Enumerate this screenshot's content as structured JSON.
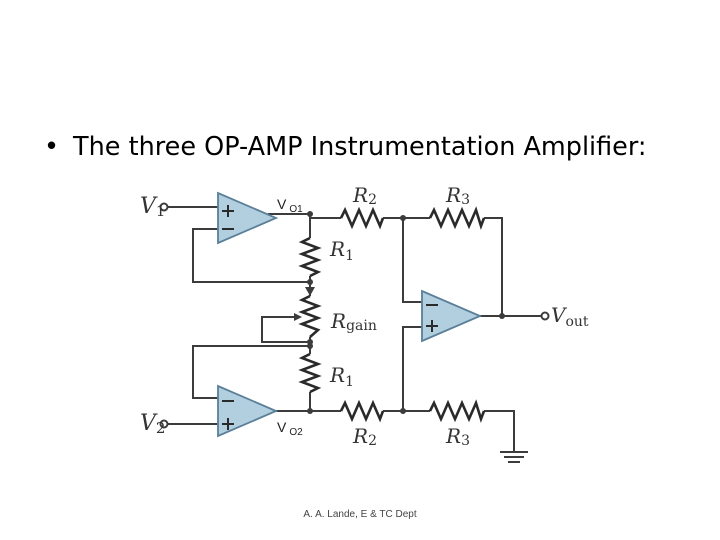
{
  "slide": {
    "bullet": "•",
    "title": "The three OP-AMP Instrumentation Amplifier:",
    "footer": "A. A. Lande, E & TC Dept"
  },
  "circuit": {
    "inputs": [
      {
        "symbol": "V",
        "sub": "1"
      },
      {
        "symbol": "V",
        "sub": "2"
      }
    ],
    "outputs": [
      {
        "symbol": "V",
        "sub": "out"
      }
    ],
    "node_labels": [
      {
        "main": "V",
        "sub": "O1"
      },
      {
        "main": "V",
        "sub": "O2"
      }
    ],
    "resistors": [
      {
        "symbol": "R",
        "sub": "2"
      },
      {
        "symbol": "R",
        "sub": "3"
      },
      {
        "symbol": "R",
        "sub": "1"
      },
      {
        "symbol": "R",
        "sub": "gain"
      },
      {
        "symbol": "R",
        "sub": "1"
      },
      {
        "symbol": "R",
        "sub": "2"
      },
      {
        "symbol": "R",
        "sub": "3"
      }
    ],
    "opamp_signs": [
      "+",
      "−"
    ]
  },
  "colors": {
    "opamp_fill": "#b2cfe0",
    "opamp_stroke": "#5a7f99",
    "wire": "#3c3c3c",
    "text": "#000000"
  }
}
